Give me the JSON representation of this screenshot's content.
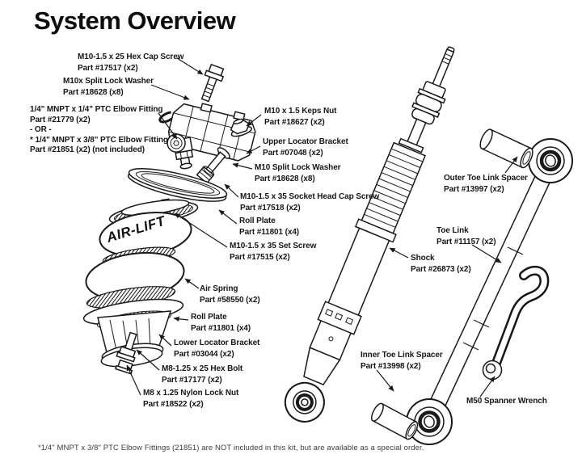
{
  "title": "System Overview",
  "footnote": "*1/4\" MNPT x 3/8\" PTC Elbow Fittings (21851) are NOT included in this kit, but are available as a special order.",
  "air_spring_logo": "AIR-LIFT",
  "colors": {
    "ink": "#1a1a1a",
    "background": "#ffffff"
  },
  "labels": {
    "hex_cap_screw": {
      "name": "M10-1.5 x 25 Hex Cap Screw",
      "part": "Part #17517 (x2)"
    },
    "split_lock_washer_top": {
      "name": "M10x Split Lock Washer",
      "part": "Part #18628 (x8)"
    },
    "elbow_fitting": {
      "line1": "1/4\" MNPT x 1/4\" PTC Elbow Fitting",
      "line2": "Part #21779 (x2)",
      "line3": "- OR -",
      "line4": "* 1/4\" MNPT x 3/8\" PTC Elbow Fitting",
      "line5": "Part #21851 (x2) (not included)"
    },
    "keps_nut": {
      "name": "M10 x 1.5 Keps Nut",
      "part": "Part #18627 (x2)"
    },
    "upper_locator_bracket": {
      "name": "Upper Locator Bracket",
      "part": "Part #07048 (x2)"
    },
    "split_lock_washer_mid": {
      "name": "M10 Split Lock Washer",
      "part": "Part #18628 (x8)"
    },
    "socket_head_cap_screw": {
      "name": "M10-1.5 x 35 Socket Head Cap Screw",
      "part": "Part #17518 (x2)"
    },
    "roll_plate_upper": {
      "name": "Roll Plate",
      "part": "Part #11801 (x4)"
    },
    "set_screw": {
      "name": "M10-1.5 x 35 Set Screw",
      "part": "Part #17515 (x2)"
    },
    "air_spring": {
      "name": "Air Spring",
      "part": "Part #58550 (x2)"
    },
    "roll_plate_lower": {
      "name": "Roll Plate",
      "part": "Part #11801 (x4)"
    },
    "lower_locator_bracket": {
      "name": "Lower Locator Bracket",
      "part": "Part #03044 (x2)"
    },
    "hex_bolt": {
      "name": "M8-1.25 x 25 Hex Bolt",
      "part": "Part #17177 (x2)"
    },
    "nylon_lock_nut": {
      "name": "M8 x 1.25 Nylon Lock Nut",
      "part": "Part #18522 (x2)"
    },
    "outer_toe_link_spacer": {
      "name": "Outer Toe Link Spacer",
      "part": "Part #13997 (x2)"
    },
    "toe_link": {
      "name": "Toe Link",
      "part": "Part #11157 (x2)"
    },
    "shock": {
      "name": "Shock",
      "part": "Part #26873 (x2)"
    },
    "inner_toe_link_spacer": {
      "name": "Inner Toe Link Spacer",
      "part": "Part #13998 (x2)"
    },
    "spanner_wrench": {
      "name": "M50 Spanner Wrench"
    }
  }
}
